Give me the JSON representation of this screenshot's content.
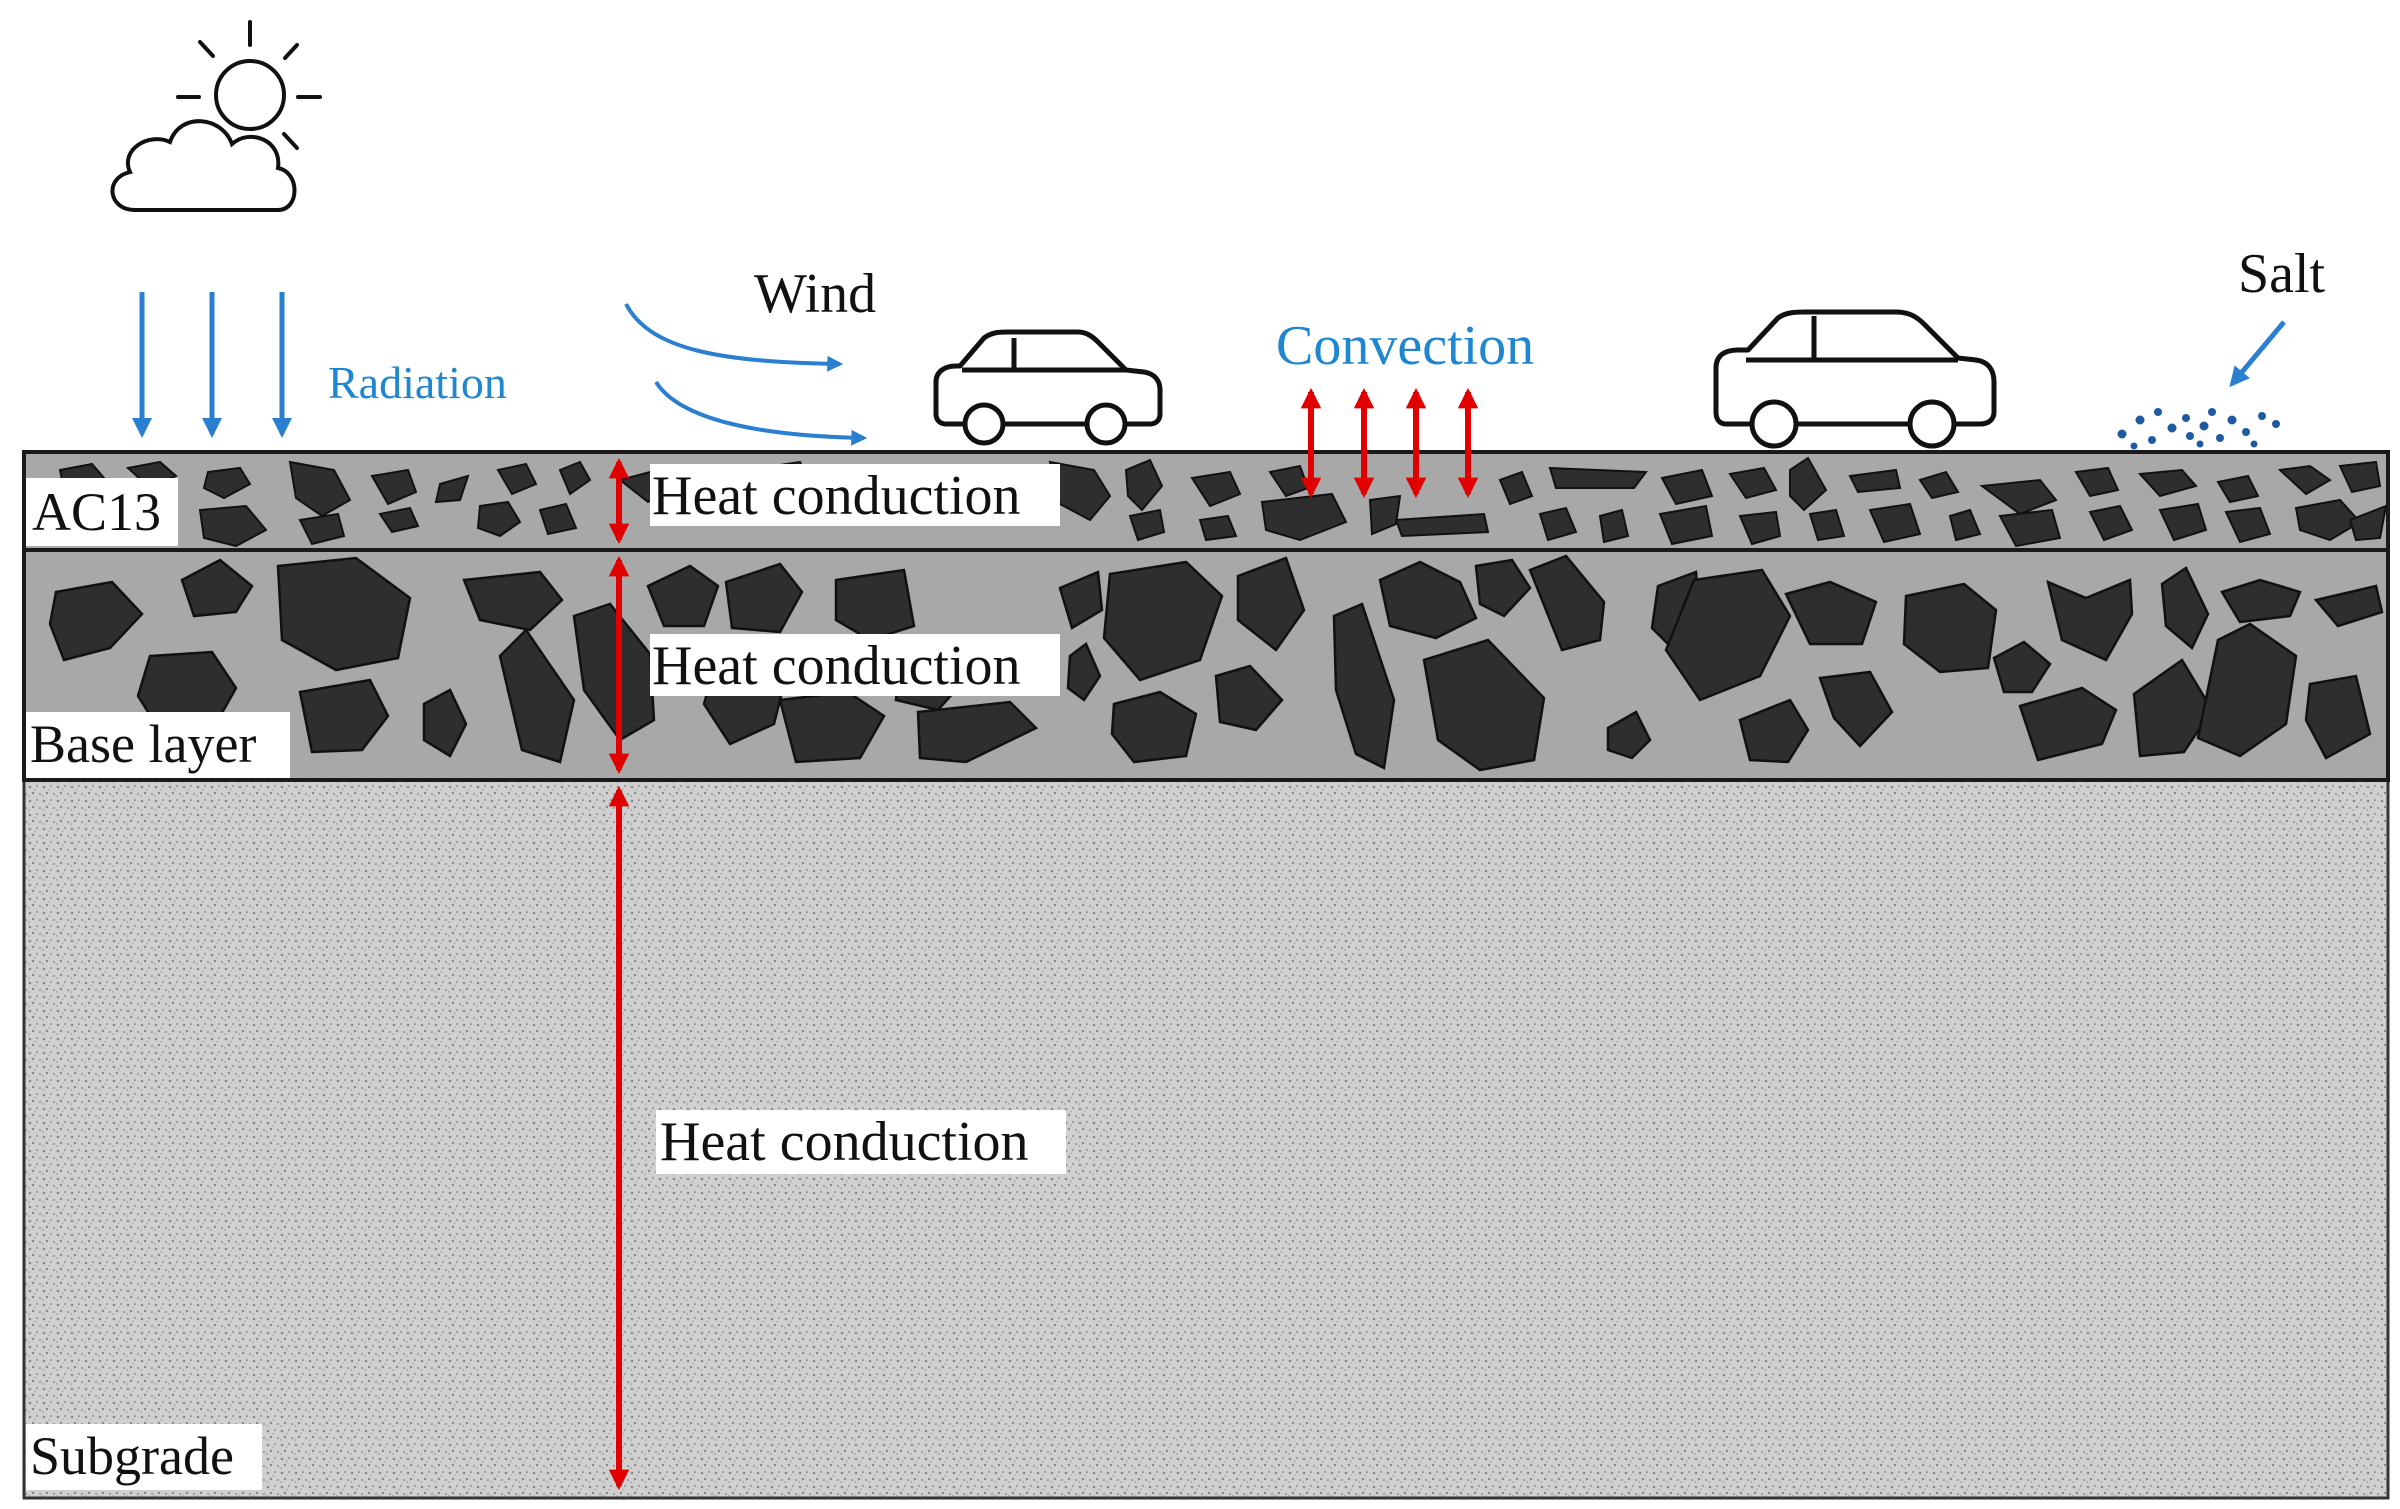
{
  "labels": {
    "wind": "Wind",
    "radiation": "Radiation",
    "convection": "Convection",
    "salt": "Salt",
    "ac13": "AC13",
    "base_layer": "Base layer",
    "subgrade": "Subgrade",
    "heat_conduction_ac13": "Heat conduction",
    "heat_conduction_base": "Heat conduction",
    "heat_conduction_subgrade": "Heat conduction"
  },
  "colors": {
    "blue_accent": "#2a7fd0",
    "blue_text": "#1f86d1",
    "red_arrow": "#e00000",
    "layer_fill": "#a8a8a8",
    "subgrade_fill": "#cfcfcf",
    "aggregate": "#2e2e2e",
    "outline": "#1a1a1a"
  },
  "icons": {
    "weather": "sun-behind-cloud-icon",
    "car": "car-icon",
    "salt": "salt-particles-icon"
  }
}
